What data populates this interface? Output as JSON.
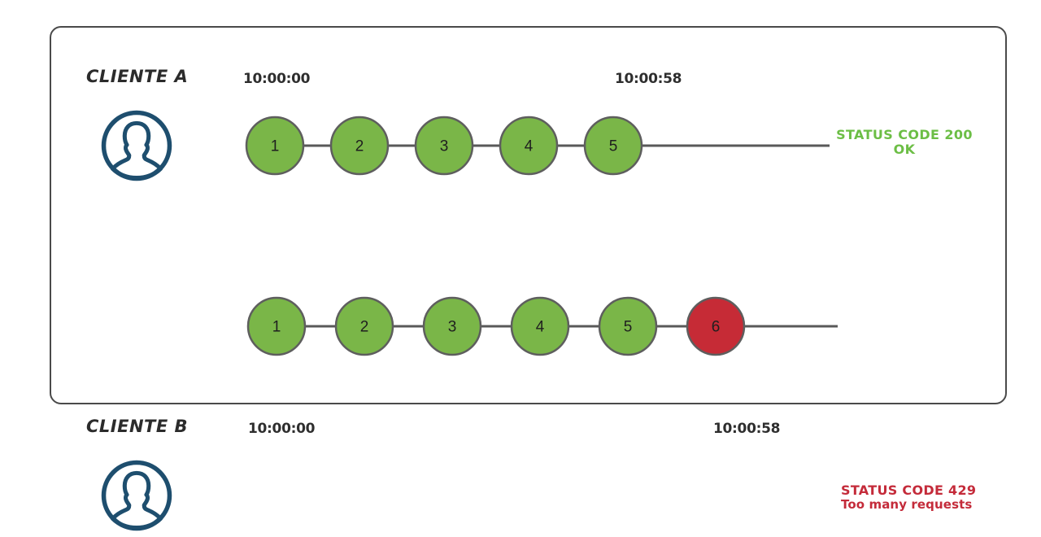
{
  "diagram": {
    "title_present": false,
    "colors": {
      "frame_border": "#4a4a4a",
      "node_green": "#7ab648",
      "node_red": "#c62b36",
      "node_stroke": "#5e5e5e",
      "connector": "#595959",
      "avatar": "#1e4e6e",
      "status_ok_text": "#6cbe45",
      "status_error_text": "#c42b3a",
      "timestamp_text": "#2e2e2e",
      "label_text": "#2b2b2b"
    },
    "rows": [
      {
        "id": "client-a",
        "client_label": "CLIENTE A",
        "avatar_icon": "user-avatar-icon",
        "timestamp_start": "10:00:00",
        "timestamp_end": "10:00:58",
        "requests": [
          {
            "number": "1",
            "state": "ok"
          },
          {
            "number": "2",
            "state": "ok"
          },
          {
            "number": "3",
            "state": "ok"
          },
          {
            "number": "4",
            "state": "ok"
          },
          {
            "number": "5",
            "state": "ok"
          }
        ],
        "status": {
          "line1": "STATUS CODE 200",
          "line2": "OK",
          "kind": "ok"
        }
      },
      {
        "id": "client-b",
        "client_label": "CLIENTE B",
        "avatar_icon": "user-avatar-icon",
        "timestamp_start": "10:00:00",
        "timestamp_end": "10:00:58",
        "requests": [
          {
            "number": "1",
            "state": "ok"
          },
          {
            "number": "2",
            "state": "ok"
          },
          {
            "number": "3",
            "state": "ok"
          },
          {
            "number": "4",
            "state": "ok"
          },
          {
            "number": "5",
            "state": "ok"
          },
          {
            "number": "6",
            "state": "error"
          }
        ],
        "status": {
          "line1": "STATUS CODE 429",
          "line2": "Too many requests",
          "kind": "error"
        }
      }
    ]
  }
}
